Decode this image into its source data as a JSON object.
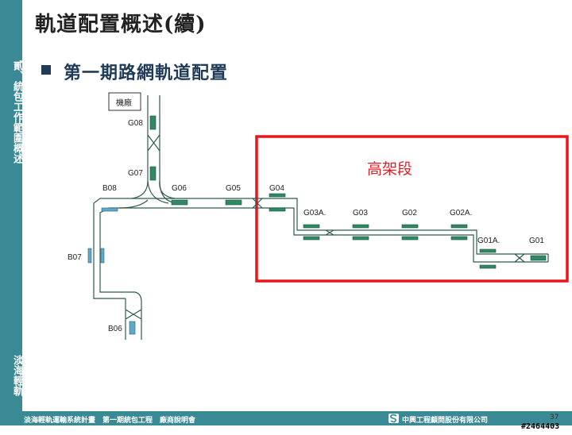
{
  "slide": {
    "title": "軌道配置概述(續)",
    "subtitle": "第一期路網軌道配置",
    "sidebar_top": "貳、統包工作範圍概述",
    "sidebar_bottom": "淡海輕軌",
    "footer_left": "淡海輕軌運輸系統計畫　第一期統包工程　廠商說明會",
    "footer_right": "中興工程顧問股份有限公司",
    "page_number": "37",
    "watermark": "#2464403"
  },
  "diagram": {
    "depot_label": "機廠",
    "elevated_label": "高架段",
    "stations": {
      "G08": "G08",
      "G07": "G07",
      "B08": "B08",
      "G06": "G06",
      "G05": "G05",
      "G04": "G04",
      "G03A": "G03A.",
      "G03": "G03",
      "G02": "G02",
      "G02A": "G02A.",
      "G01A": "G01A.",
      "G01": "G01",
      "B07": "B07",
      "B06": "B06"
    },
    "colors": {
      "track": "#2e5a50",
      "green_platform": "#2f8a64",
      "blue_platform": "#5fa8c9",
      "elevated_box": "#e8161b"
    }
  }
}
